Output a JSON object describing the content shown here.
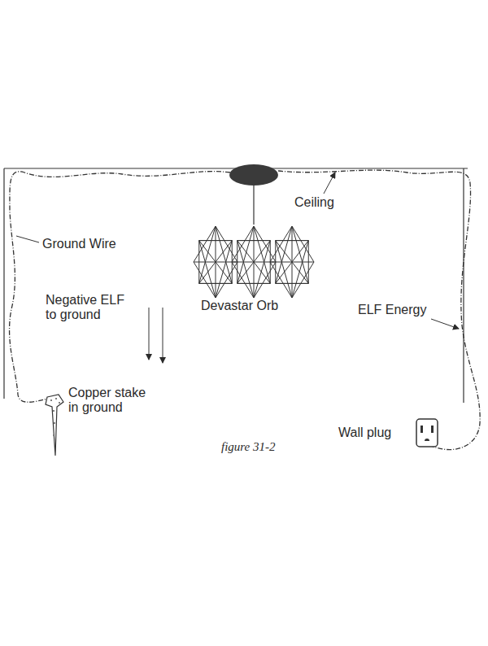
{
  "diagram": {
    "caption": "figure 31-2",
    "labels": [
      "Ceiling",
      "Ground Wire",
      "Devastar Orb",
      "Negative ELF to ground",
      "ELF Energy",
      "Copper stake in ground",
      "Wall plug"
    ]
  }
}
